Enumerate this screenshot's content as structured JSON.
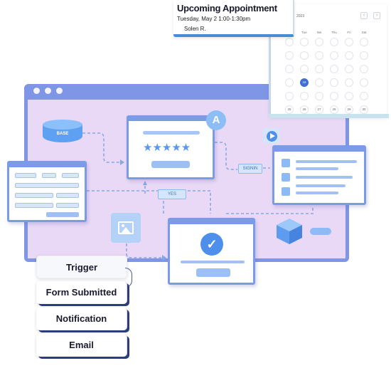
{
  "appointment": {
    "title": "Upcoming Appointment",
    "time": "Tuesday, May 2 1:00-1:30pm",
    "person": "Solen R."
  },
  "calendar": {
    "year": "2023",
    "weekdays": [
      "",
      "Tue",
      "We",
      "Thu",
      "Fri",
      "Sat"
    ],
    "selected_day": "16",
    "weeks": [
      [
        "",
        "",
        "",
        "",
        "",
        ""
      ],
      [
        "",
        "",
        "",
        "",
        "",
        ""
      ],
      [
        "",
        "",
        "",
        "",
        "",
        ""
      ],
      [
        "",
        "16",
        "",
        "",
        "",
        ""
      ],
      [
        "",
        "",
        "",
        "",
        "",
        ""
      ],
      [
        "25",
        "26",
        "27",
        "28",
        "29",
        "30"
      ]
    ]
  },
  "diagram": {
    "database_label": "BASE",
    "signin_label": "SIGNIN",
    "yes_label": "YES",
    "rating_stars": "★★★★★",
    "badge_letter": "A",
    "check_glyph": "✓"
  },
  "workflow": {
    "steps": [
      "Trigger",
      "Form Submitted",
      "Notification",
      "Email"
    ]
  },
  "colors": {
    "window_frame": "#7f95e6",
    "window_bg": "#e9d9f7",
    "accent_blue": "#4d8fea",
    "step_shadow": "#2b3e7b"
  }
}
